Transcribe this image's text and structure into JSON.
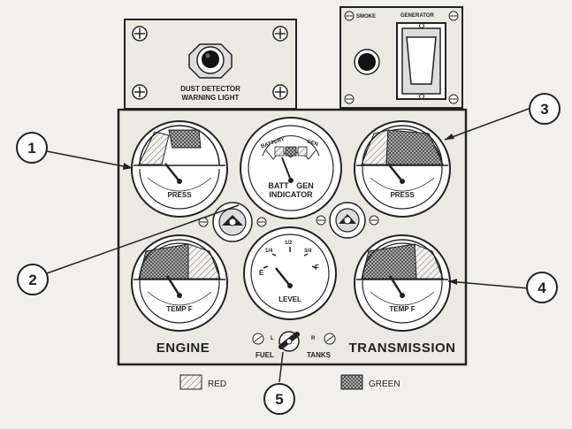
{
  "dust_detector": {
    "label_line1": "DUST DETECTOR",
    "label_line2": "WARNING LIGHT"
  },
  "smoke_generator": {
    "smoke_label": "SMOKE",
    "generator_label": "GENERATOR"
  },
  "gauges": {
    "engine_press": {
      "label": "PRESS"
    },
    "battery_gen": {
      "top_left": "BATTERY",
      "top_right": "GEN",
      "label_line1": "BATT",
      "label_line1b": "GEN",
      "label_line2": "INDICATOR"
    },
    "trans_press": {
      "label": "PRESS"
    },
    "engine_temp": {
      "label": "TEMP F"
    },
    "fuel_level": {
      "mark_e": "E",
      "mark_q1": "1/4",
      "mark_half": "1/2",
      "mark_q3": "3/4",
      "mark_f": "F",
      "label": "LEVEL"
    },
    "trans_temp": {
      "label": "TEMP F"
    }
  },
  "panel_labels": {
    "engine": "ENGINE",
    "transmission": "TRANSMISSION"
  },
  "fuel_switch": {
    "left": "L",
    "right": "R",
    "fuel": "FUEL",
    "tanks": "TANKS"
  },
  "callouts": [
    "1",
    "2",
    "3",
    "4",
    "5"
  ],
  "legend": {
    "red": "RED",
    "green": "GREEN"
  },
  "colors": {
    "ink": "#222222",
    "panel": "#ece9e3",
    "background": "#f2f0ec"
  }
}
